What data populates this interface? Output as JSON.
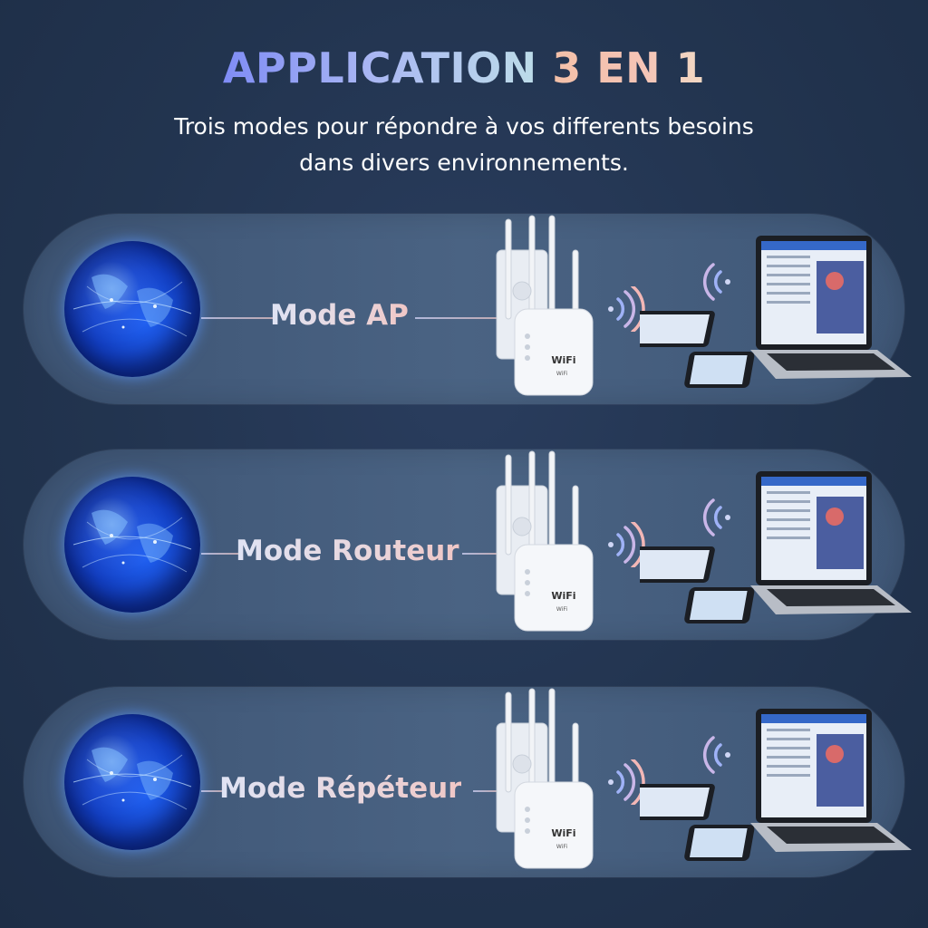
{
  "header": {
    "title_main": "APPLICATION ",
    "title_accent": "3 EN 1",
    "subtitle_line1": "Trois modes pour répondre à vos differents besoins",
    "subtitle_line2": "dans divers environnements."
  },
  "modes": [
    {
      "label": "Mode AP"
    },
    {
      "label": "Mode Routeur"
    },
    {
      "label": "Mode Répéteur"
    }
  ],
  "device": {
    "brand_text": "WiFi"
  },
  "colors": {
    "background": "#22344f",
    "panel": "#4a6383",
    "globe": "#1f5ff0",
    "signal_blue": "#8fa8f5",
    "signal_pink": "#f3b7b6"
  },
  "icons": [
    "globe-icon",
    "wifi-extender-icon",
    "wifi-signal-icon",
    "laptop-icon",
    "tablet-icon",
    "phone-icon"
  ]
}
